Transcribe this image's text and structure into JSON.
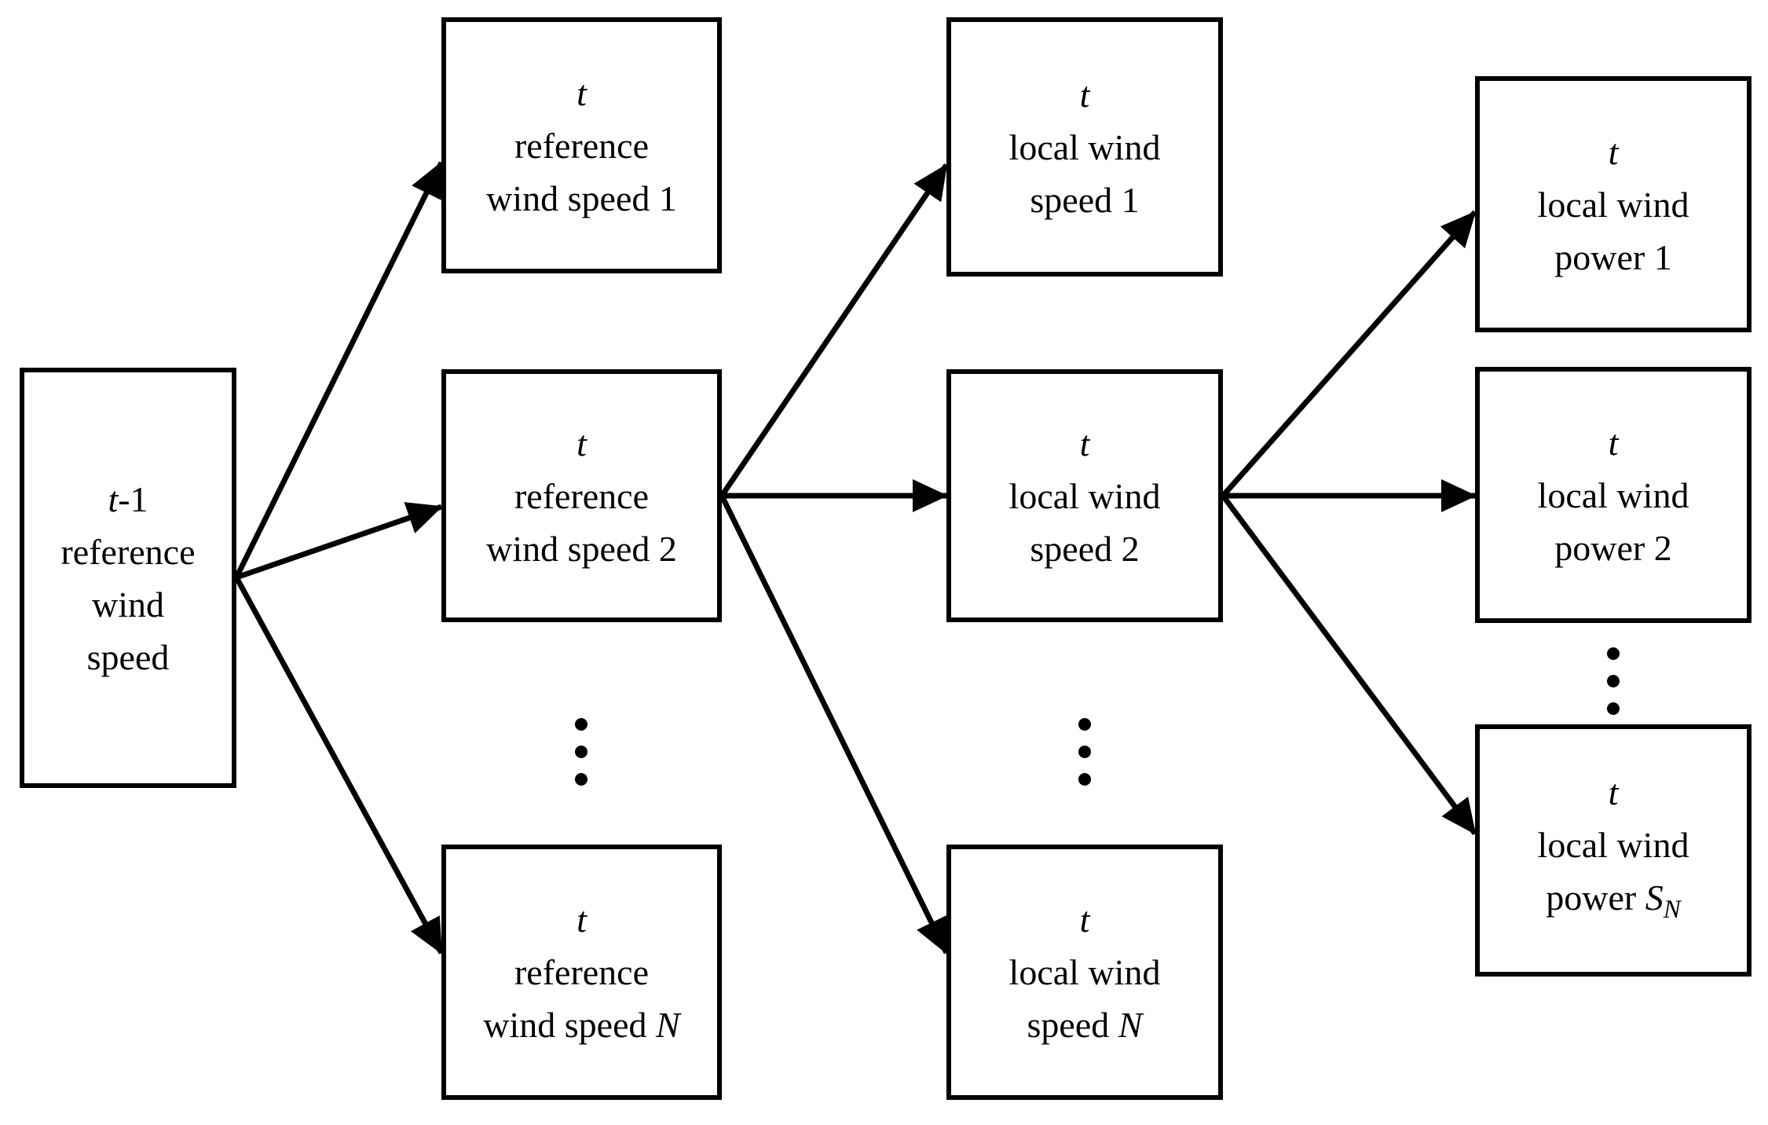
{
  "meta": {
    "background_color": "#ffffff",
    "line_color": "#000000",
    "text_color": "#000000",
    "ellipsis_icon": "vertical-ellipsis"
  },
  "nodes": {
    "refPrev": {
      "time_var": "t",
      "time_suffix": "-1",
      "l2": "reference",
      "l3": "wind",
      "l4": "speed"
    },
    "refSpeed1": {
      "time_var": "t",
      "l2": "reference",
      "l3": "wind speed 1"
    },
    "refSpeed2": {
      "time_var": "t",
      "l2": "reference",
      "l3": "wind speed 2"
    },
    "refSpeedN": {
      "time_var": "t",
      "l2": "reference",
      "l3_text": "wind speed ",
      "l3_var": "N"
    },
    "localSpeed1": {
      "time_var": "t",
      "l2": "local wind",
      "l3": "speed 1"
    },
    "localSpeed2": {
      "time_var": "t",
      "l2": "local wind",
      "l3": "speed 2"
    },
    "localSpeedN": {
      "time_var": "t",
      "l2": "local wind",
      "l3_text": "speed ",
      "l3_var": "N"
    },
    "localPower1": {
      "time_var": "t",
      "l2": "local wind",
      "l3": "power 1"
    },
    "localPower2": {
      "time_var": "t",
      "l2": "local wind",
      "l3": "power 2"
    },
    "localPowerSN": {
      "time_var": "t",
      "l2": "local wind",
      "l3_text": "power ",
      "l3_var": "S",
      "l3_sub": "N"
    }
  },
  "edges": [
    {
      "from": "refPrev",
      "to": "refSpeed1"
    },
    {
      "from": "refPrev",
      "to": "refSpeed2"
    },
    {
      "from": "refPrev",
      "to": "refSpeedN"
    },
    {
      "from": "refSpeed2",
      "to": "localSpeed1"
    },
    {
      "from": "refSpeed2",
      "to": "localSpeed2"
    },
    {
      "from": "refSpeed2",
      "to": "localSpeedN"
    },
    {
      "from": "localSpeed2",
      "to": "localPower1"
    },
    {
      "from": "localSpeed2",
      "to": "localPower2"
    },
    {
      "from": "localSpeed2",
      "to": "localPowerSN"
    }
  ]
}
